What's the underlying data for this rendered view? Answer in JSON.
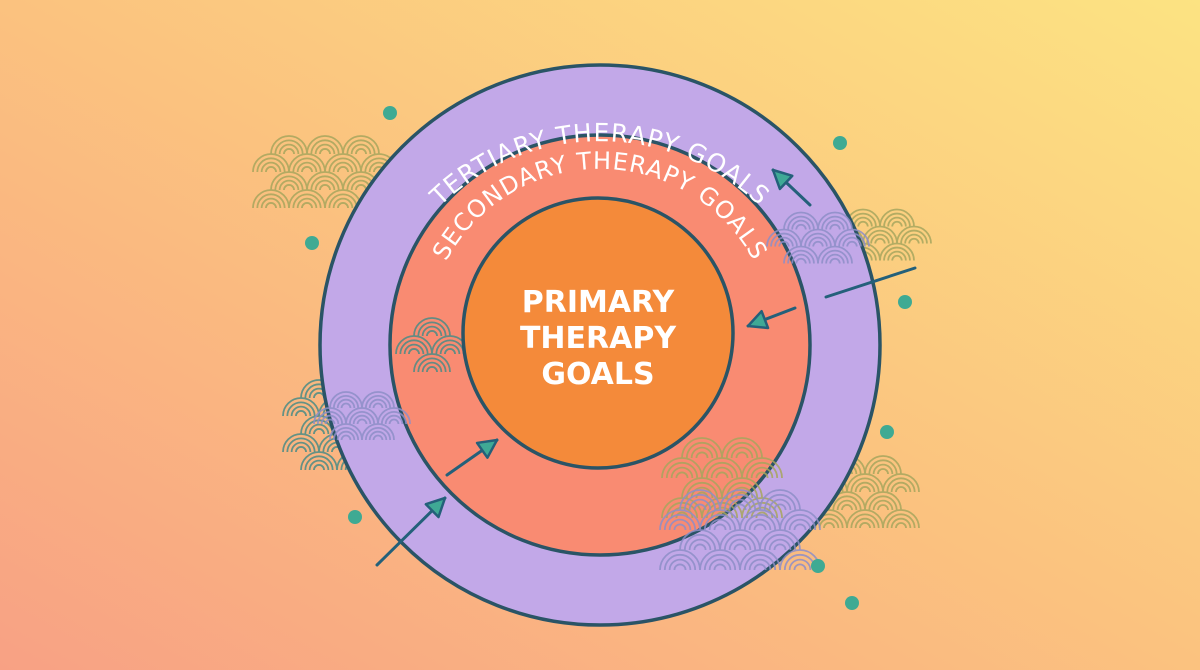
{
  "diagram": {
    "rings": {
      "tertiary": {
        "label": "TERTIARY THERAPY GOALS",
        "fill": "#C2A8E8"
      },
      "secondary": {
        "label": "SECONDARY THERAPY GOALS",
        "fill": "#F98B72"
      },
      "primary": {
        "label_lines": [
          "PRIMARY",
          "THERAPY",
          "GOALS"
        ],
        "fill": "#F48A3A"
      }
    },
    "colors": {
      "background_start": "#F8A184",
      "background_mid": "#FBC27F",
      "background_end": "#FCE382",
      "outline": "#2A5466",
      "wave_teal": "#4B8C86",
      "wave_lavender": "#8E8FC8",
      "wave_olive": "#A7A65E",
      "dot": "#3FAA93",
      "arrow": "#24607A",
      "arrow_head_fill": "#3FA995",
      "text_light": "#FFFFFF"
    },
    "decorations": {
      "wave_pattern_icon": "seigaiha-wave-icon",
      "arrow_icon": "arrow-icon",
      "dot_icon": "dot-icon"
    }
  }
}
